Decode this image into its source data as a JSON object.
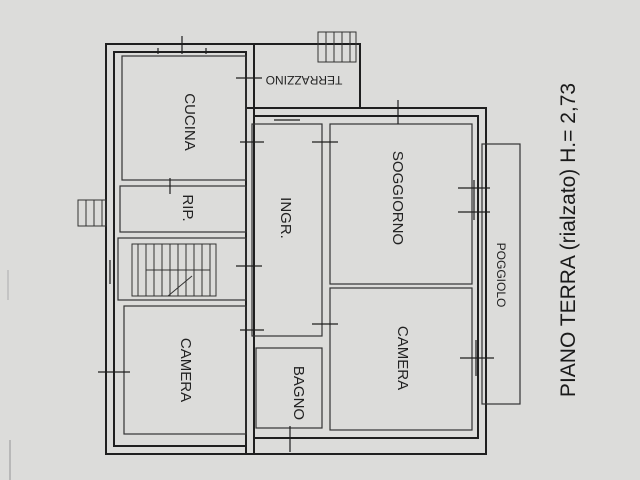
{
  "floor_title": "PIANO TERRA (rialzato) H.= 2,73",
  "rooms": {
    "cucina": "CUCINA",
    "terrazzino": "TERRAZZINO",
    "rip": "RIP.",
    "ingr": "INGR.",
    "soggiorno": "SOGGIORNO",
    "camera_left": "CAMERA",
    "bagno": "BAGNO",
    "camera_right": "CAMERA",
    "poggiolo": "POGGIOLO"
  },
  "colors": {
    "paper": "#dcdcda",
    "walls": "#1f1f1f"
  }
}
